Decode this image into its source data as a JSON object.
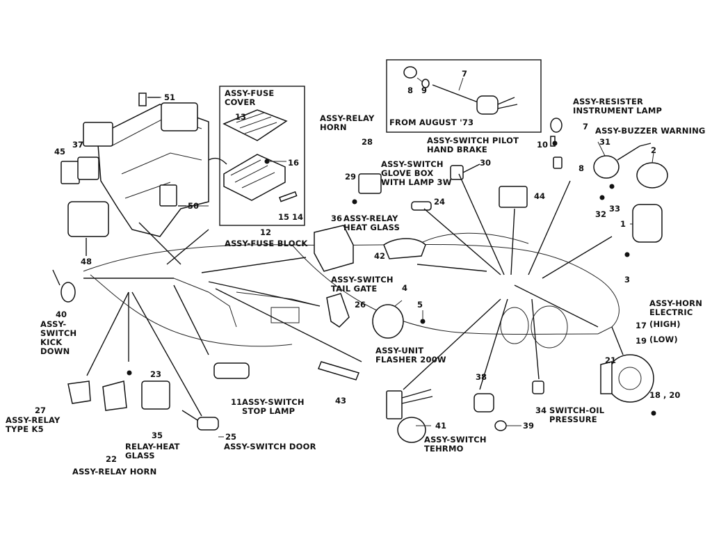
{
  "labels": {
    "fuse_cover": "ASSY-FUSE\nCOVER",
    "fuse_block": "ASSY-FUSE BLOCK",
    "from_august": "FROM AUGUST '73",
    "relay_horn_top": "ASSY-RELAY\nHORN",
    "switch_pilot": "ASSY-SWITCH PILOT\nHAND BRAKE",
    "switch_glove": "ASSY-SWITCH\nGLOVE BOX\nWITH LAMP 3W",
    "relay_heat": "ASSY-RELAY\nHEAT GLASS",
    "resister": "ASSY-RESISTER\nINSTRUMENT LAMP",
    "buzzer": "ASSY-BUZZER WARNING",
    "switch_tail": "ASSY-SWITCH\nTAIL GATE",
    "unit_flasher": "ASSY-UNIT\nFLASHER 200W",
    "horn_electric": "ASSY-HORN\nELECTRIC",
    "horn_high": "(HIGH)",
    "horn_low": "(LOW)",
    "switch_kick": "ASSY-\nSWITCH\nKICK\nDOWN",
    "relay_k5": "ASSY-RELAY\nTYPE K5",
    "relay_heat_glass": "RELAY-HEAT\nGLASS",
    "relay_horn_bottom": "ASSY-RELAY HORN",
    "switch_stop": "ASSY-SWITCH\nSTOP LAMP",
    "switch_door": "ASSY-SWITCH DOOR",
    "switch_thermo": "ASSY-SWITCH\nTEHRMO",
    "switch_oil": "SWITCH-OIL\nPRESSURE"
  },
  "numbers": {
    "n51": "51",
    "n13": "13",
    "n16": "16",
    "n15": "15",
    "n14": "14",
    "n12": "12",
    "n45": "45",
    "n37": "37",
    "n50": "50",
    "n48": "48",
    "n40": "40",
    "n8a": "8",
    "n9": "9",
    "n7a": "7",
    "n28": "28",
    "n29": "29",
    "n30": "30",
    "n24": "24",
    "n36": "36",
    "n42": "42",
    "n44": "44",
    "n7b": "7",
    "n10": "10",
    "n8b": "8",
    "n31": "31",
    "n2": "2",
    "n32": "32",
    "n33": "33",
    "n1": "1",
    "n3": "3",
    "n4": "4",
    "n5": "5",
    "n26": "26",
    "n17": "17",
    "n19": "19",
    "n21": "21",
    "n1820": "18 , 20",
    "n23": "23",
    "n27": "27",
    "n22": "22",
    "n35": "35",
    "n11": "11",
    "n25": "25",
    "n43": "43",
    "n38": "38",
    "n41": "41",
    "n39": "39",
    "n34": "34"
  }
}
